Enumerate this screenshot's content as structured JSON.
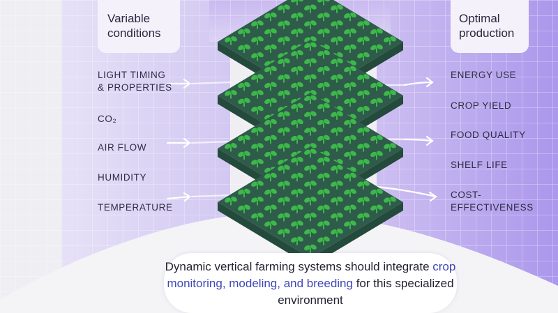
{
  "left_panel": {
    "title_line1": "Variable",
    "title_line2": "conditions",
    "items": [
      {
        "lines": [
          "LIGHT TIMING",
          "& PROPERTIES"
        ]
      },
      {
        "lines": [
          "CO₂"
        ]
      },
      {
        "lines": [
          "AIR FLOW"
        ]
      },
      {
        "lines": [
          "HUMIDITY"
        ]
      },
      {
        "lines": [
          "TEMPERATURE"
        ]
      }
    ]
  },
  "right_panel": {
    "title_line1": "Optimal",
    "title_line2": "production",
    "items": [
      {
        "lines": [
          "ENERGY USE"
        ]
      },
      {
        "lines": [
          "CROP YIELD"
        ]
      },
      {
        "lines": [
          "FOOD QUALITY"
        ]
      },
      {
        "lines": [
          "SHELF LIFE"
        ]
      },
      {
        "lines": [
          "COST-",
          "EFFECTIVENESS"
        ]
      }
    ]
  },
  "caption": {
    "part1": "Dynamic vertical farming systems should integrate ",
    "highlight": "crop monitoring, modeling, and breeding",
    "part2": " for this specialized environment"
  },
  "colors": {
    "tray": "#2f5b4a",
    "tray_dark": "#244a3b",
    "seedling": "#3db84a",
    "flow_left": "#dcd6f4",
    "flow_right": "#b9a8ee",
    "highlight_text": "#3f47b8"
  }
}
